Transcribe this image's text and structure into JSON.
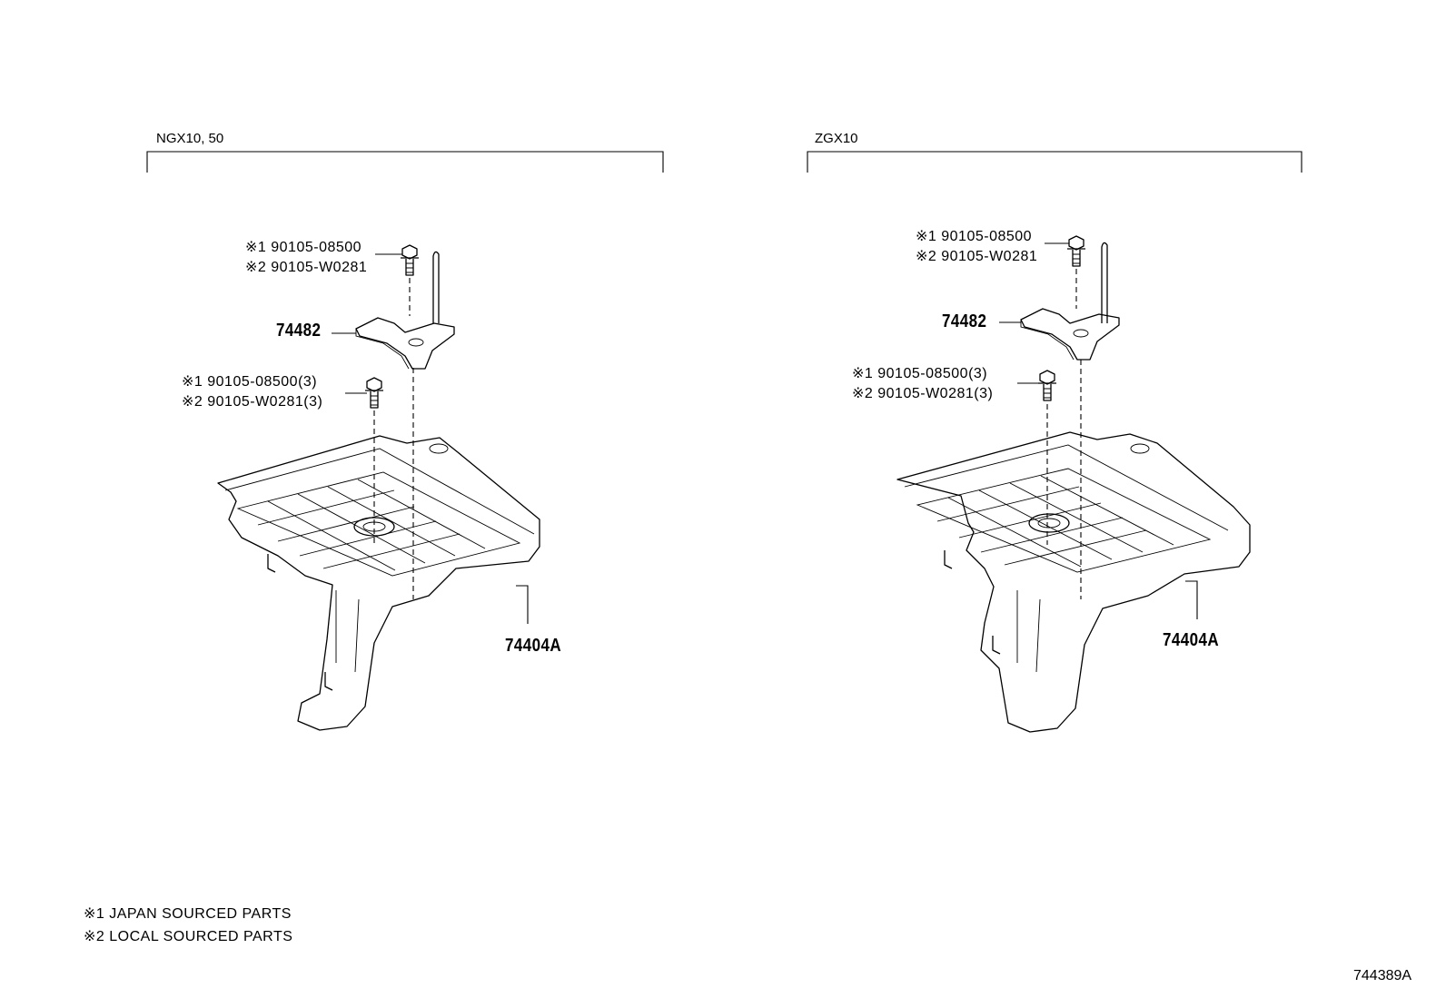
{
  "diagram": {
    "left_panel": {
      "variant": "NGX10, 50",
      "bolt_top": {
        "line1": "※1 90105-08500",
        "line2": "※2 90105-W0281"
      },
      "bracket_part": "74482",
      "bolt_mid": {
        "line1": "※1 90105-08500(3)",
        "line2": "※2 90105-W0281(3)"
      },
      "tray_part": "74404A"
    },
    "right_panel": {
      "variant": "ZGX10",
      "bolt_top": {
        "line1": "※1 90105-08500",
        "line2": "※2 90105-W0281"
      },
      "bracket_part": "74482",
      "bolt_mid": {
        "line1": "※1 90105-08500(3)",
        "line2": "※2 90105-W0281(3)"
      },
      "tray_part": "74404A"
    },
    "legend": [
      "※1  JAPAN SOURCED PARTS",
      "※2  LOCAL SOURCED PARTS"
    ],
    "figure_number": "744389A"
  }
}
